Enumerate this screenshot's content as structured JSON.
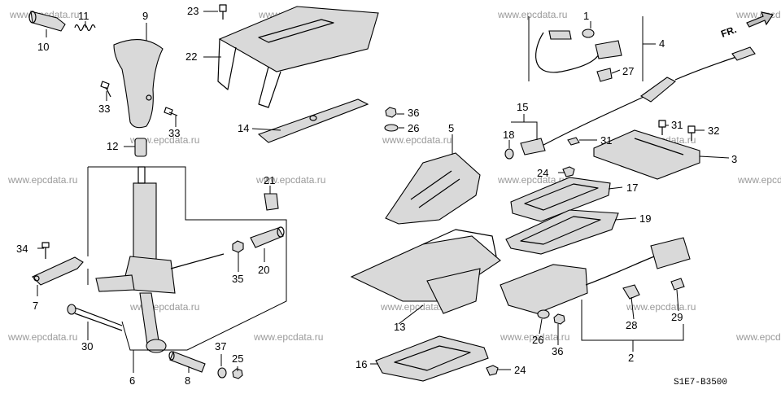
{
  "watermark_text": "www.epcdata.ru",
  "diagram_code": "S1E7-B3500",
  "direction_label": "FR.",
  "callouts": [
    "1",
    "2",
    "3",
    "4",
    "5",
    "6",
    "7",
    "8",
    "9",
    "10",
    "11",
    "12",
    "13",
    "14",
    "15",
    "16",
    "17",
    "18",
    "19",
    "20",
    "21",
    "22",
    "23",
    "24",
    "25",
    "26",
    "27",
    "28",
    "29",
    "30",
    "31",
    "32",
    "33",
    "34",
    "35",
    "36",
    "37"
  ],
  "extra_labels": {
    "l33b": "33",
    "l24b": "24",
    "l26b": "26",
    "l31b": "31",
    "l36b": "36"
  }
}
